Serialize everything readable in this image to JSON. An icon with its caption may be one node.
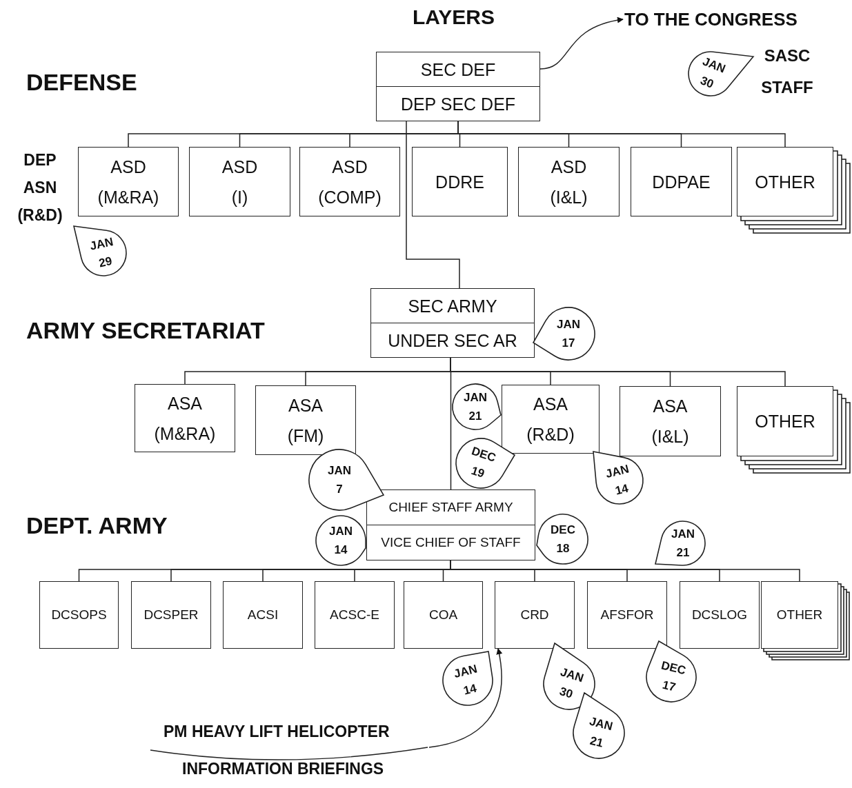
{
  "diagram": {
    "title": "LAYERS",
    "nodes": [
      {
        "text": [
          "SEC DEF",
          "DEP SEC DEF"
        ]
      },
      {
        "text": [
          "ASD (M&RA)"
        ]
      },
      {
        "text": [
          "ASD (I)"
        ]
      },
      {
        "text": [
          "ASD (COMP)"
        ]
      },
      {
        "text": [
          "DDRE"
        ]
      },
      {
        "text": [
          "ASD (I&L)"
        ]
      },
      {
        "text": [
          "DDPAE"
        ]
      },
      {
        "text": [
          "OTHER"
        ]
      },
      {
        "text": [
          "SEC ARMY",
          "UNDER SEC AR"
        ]
      },
      {
        "text": [
          "ASA (M&RA)"
        ]
      },
      {
        "text": [
          "ASA (FM)"
        ]
      },
      {
        "text": [
          "ASA (R&D)"
        ]
      },
      {
        "text": [
          "ASA (I&L)"
        ]
      },
      {
        "text": [
          "OTHER"
        ]
      },
      {
        "text": [
          "CHIEF STAFF ARMY",
          "VICE CHIEF OF STAFF"
        ]
      },
      {
        "text": [
          "DCSOPS"
        ]
      },
      {
        "text": [
          "DCSPER"
        ]
      },
      {
        "text": [
          "ACSI"
        ]
      },
      {
        "text": [
          "ACSC-E"
        ]
      },
      {
        "text": [
          "COA"
        ]
      },
      {
        "text": [
          "CRD"
        ]
      },
      {
        "text": [
          "AFSFOR"
        ]
      },
      {
        "text": [
          "DCSLOG"
        ]
      },
      {
        "text": [
          "OTHER"
        ]
      },
      {
        "text": [
          "TO THE CONGRESS"
        ]
      },
      {
        "text": [
          "PM HEAVY LIFT HELICOPTER",
          "INFORMATION BRIEFINGS"
        ]
      },
      {
        "text": [
          "JAN 30"
        ],
        "beside": [
          "SASC STAFF"
        ]
      },
      {
        "text": [
          "JAN 29"
        ],
        "beside": [
          "DEP ASN (R&D)"
        ]
      },
      {
        "text": [
          "JAN 17"
        ]
      },
      {
        "text": [
          "JAN 21"
        ]
      },
      {
        "text": [
          "DEC 19"
        ]
      },
      {
        "text": [
          "JAN 7"
        ]
      },
      {
        "text": [
          "JAN 14"
        ]
      },
      {
        "text": [
          "JAN 14"
        ]
      },
      {
        "text": [
          "DEC 18"
        ]
      },
      {
        "text": [
          "JAN 21"
        ]
      },
      {
        "text": [
          "JAN 14"
        ]
      },
      {
        "text": [
          "JAN 30"
        ]
      },
      {
        "text": [
          "JAN 21"
        ]
      },
      {
        "text": [
          "DEC 17"
        ]
      }
    ],
    "edges": [
      {
        "from": 0,
        "to": 1,
        "arrow": "none"
      },
      {
        "from": 0,
        "to": 2,
        "arrow": "none"
      },
      {
        "from": 0,
        "to": 3,
        "arrow": "none"
      },
      {
        "from": 0,
        "to": 4,
        "arrow": "none"
      },
      {
        "from": 0,
        "to": 5,
        "arrow": "none"
      },
      {
        "from": 0,
        "to": 6,
        "arrow": "none"
      },
      {
        "from": 0,
        "to": 7,
        "arrow": "none"
      },
      {
        "from": 0,
        "to": 8,
        "arrow": "none"
      },
      {
        "from": 8,
        "to": 9,
        "arrow": "none"
      },
      {
        "from": 8,
        "to": 10,
        "arrow": "none"
      },
      {
        "from": 8,
        "to": 11,
        "arrow": "none"
      },
      {
        "from": 8,
        "to": 12,
        "arrow": "none"
      },
      {
        "from": 8,
        "to": 13,
        "arrow": "none"
      },
      {
        "from": 8,
        "to": 14,
        "arrow": "none"
      },
      {
        "from": 14,
        "to": 15,
        "arrow": "none"
      },
      {
        "from": 14,
        "to": 16,
        "arrow": "none"
      },
      {
        "from": 14,
        "to": 17,
        "arrow": "none"
      },
      {
        "from": 14,
        "to": 18,
        "arrow": "none"
      },
      {
        "from": 14,
        "to": 19,
        "arrow": "none"
      },
      {
        "from": 14,
        "to": 20,
        "arrow": "none"
      },
      {
        "from": 14,
        "to": 21,
        "arrow": "none"
      },
      {
        "from": 14,
        "to": 22,
        "arrow": "none"
      },
      {
        "from": 14,
        "to": 23,
        "arrow": "none"
      },
      {
        "from": 0,
        "to": 24,
        "arrow": "to"
      },
      {
        "from": 25,
        "to": 20,
        "arrow": "to"
      }
    ],
    "labels": [
      "DEFENSE",
      "ARMY SECRETARIAT",
      "DEPT. ARMY"
    ]
  }
}
